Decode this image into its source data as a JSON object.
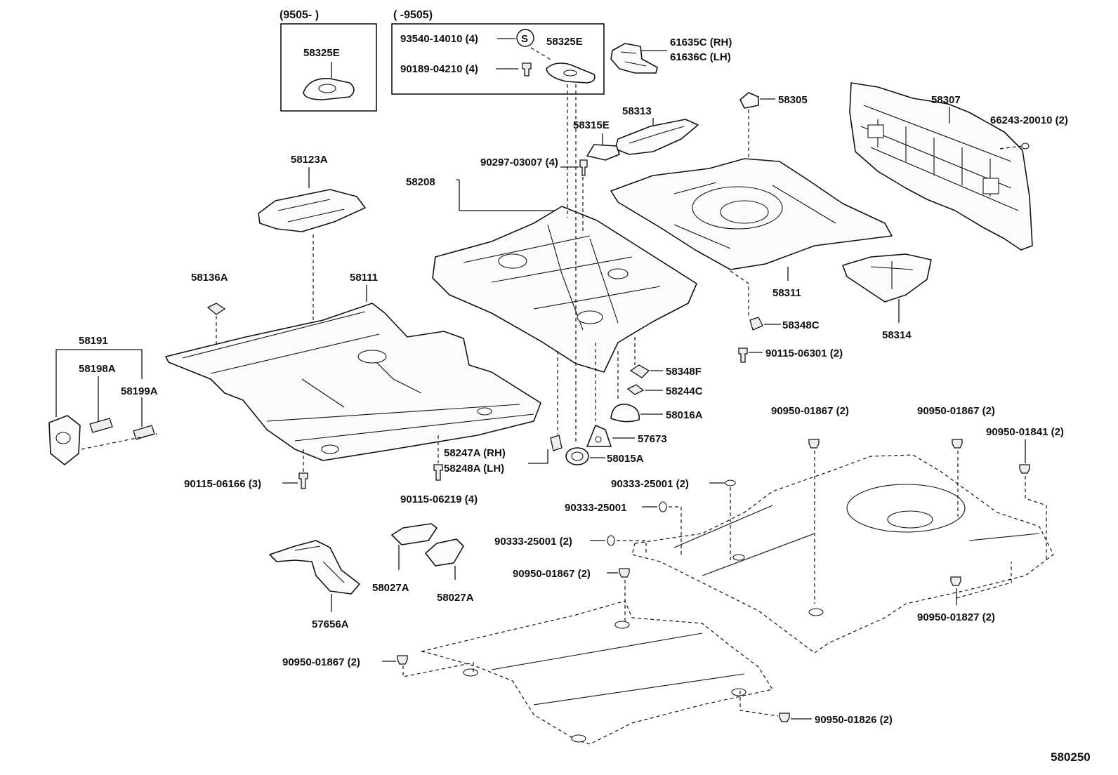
{
  "diagram": {
    "ref_number": "580250",
    "inset_left": {
      "header": "(9505-        )",
      "part": "58325E"
    },
    "inset_right": {
      "header": "(        -9505)",
      "rows": [
        {
          "part": "93540-14010 (4)",
          "symbol": "S"
        },
        {
          "part": "90189-04210 (4)"
        }
      ],
      "part": "58325E"
    },
    "labels": {
      "p61635c": "61635C (RH)",
      "p61636c": "61636C (LH)",
      "p58305": "58305",
      "p58307": "58307",
      "p66243": "66243-20010 (2)",
      "p58313": "58313",
      "p58315e": "58315E",
      "p58123a": "58123A",
      "p90297": "90297-03007 (4)",
      "p58208": "58208",
      "p58136a": "58136A",
      "p58111": "58111",
      "p58311": "58311",
      "p58314": "58314",
      "p58348c": "58348C",
      "p90115_06301": "90115-06301 (2)",
      "p58191": "58191",
      "p58198a": "58198A",
      "p58199a": "58199A",
      "p58348f": "58348F",
      "p58244c": "58244C",
      "p58016a": "58016A",
      "p57673": "57673",
      "p58015a": "58015A",
      "p58247a": "58247A (RH)",
      "p58248a": "58248A (LH)",
      "p90115_06166": "90115-06166 (3)",
      "p90115_06219": "90115-06219 (4)",
      "p90950_01867_a": "90950-01867 (2)",
      "p90950_01867_b": "90950-01867 (2)",
      "p90950_01841": "90950-01841 (2)",
      "p90333_25001_a": "90333-25001 (2)",
      "p90333_25001_b": "90333-25001",
      "p90333_25001_c": "90333-25001 (2)",
      "p90950_01867_c": "90950-01867 (2)",
      "p90950_01827": "90950-01827 (2)",
      "p58027a_1": "58027A",
      "p58027a_2": "58027A",
      "p57656a": "57656A",
      "p90950_01867_d": "90950-01867 (2)",
      "p90950_01826": "90950-01826 (2)"
    }
  }
}
